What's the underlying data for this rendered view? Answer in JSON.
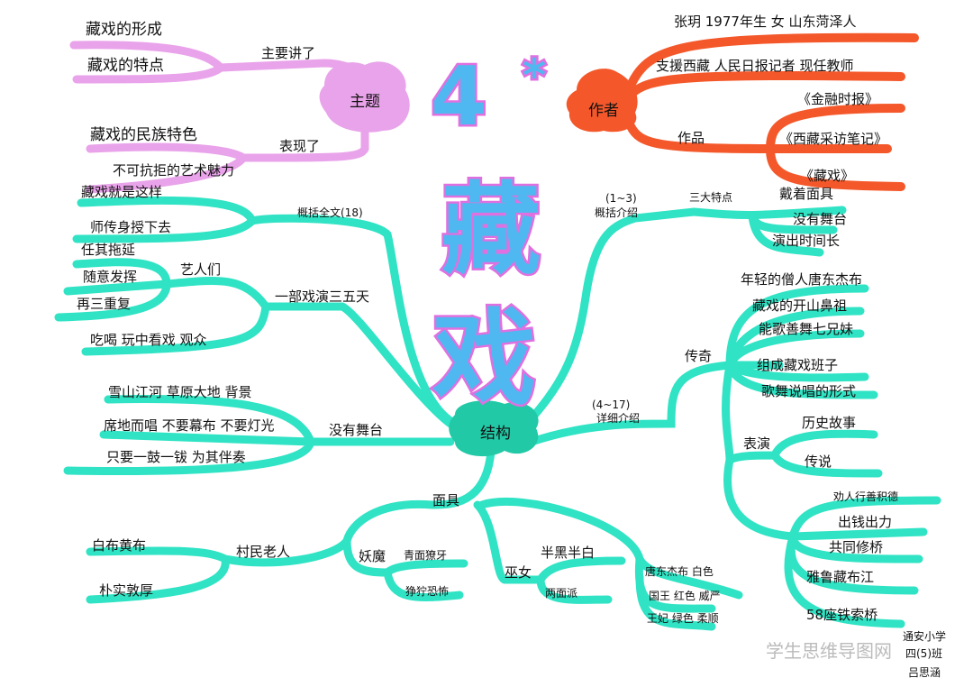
{
  "colors": {
    "theme": "#e9a3ea",
    "author": "#f4582a",
    "structure": "#2fe3c4",
    "title_fill": "#4fb8f0",
    "title_stroke": "#e070e0"
  },
  "title": {
    "number": "4",
    "star": "*",
    "line1": "藏",
    "line2": "戏"
  },
  "theme": {
    "label": "主题",
    "b1": {
      "label": "主要讲了",
      "items": [
        "藏戏的形成",
        "藏戏的特点"
      ]
    },
    "b2": {
      "label": "表现了",
      "items": [
        "藏戏的民族特色",
        "不可抗拒的艺术魅力"
      ]
    }
  },
  "author": {
    "label": "作者",
    "info1": "张玥 1977年生 女 山东菏泽人",
    "info2": "支援西藏 人民日报记者 现任教师",
    "works": {
      "label": "作品",
      "items": [
        "《金融时报》",
        "《西藏采访笔记》",
        "《藏戏》"
      ]
    }
  },
  "structure": {
    "label": "结构",
    "summary_full": {
      "label": "概括全文(18)",
      "items": [
        "藏戏就是这样",
        "师传身授下去"
      ]
    },
    "performance_days": {
      "label": "一部戏演三五天",
      "artists": {
        "label": "艺人们",
        "items": [
          "任其拖延",
          "随意发挥",
          "再三重复"
        ]
      },
      "audience": "吃喝 玩中看戏 观众"
    },
    "no_stage": {
      "label": "没有舞台",
      "items": [
        "雪山江河 草原大地 背景",
        "席地而唱 不要幕布 不要灯光",
        "只要一鼓一钹 为其伴奏"
      ]
    },
    "intro": {
      "range": "(1~3)",
      "label": "概括介绍",
      "features": {
        "label": "三大特点",
        "items": [
          "戴着面具",
          "没有舞台",
          "演出时间长"
        ]
      }
    },
    "detail": {
      "range": "(4~17)",
      "label": "详细介绍",
      "legend": {
        "label": "传奇",
        "items": [
          "年轻的僧人唐东杰布",
          "藏戏的开山鼻祖",
          "能歌善舞七兄妹",
          "组成藏戏班子",
          "歌舞说唱的形式"
        ]
      },
      "show": {
        "label": "表演",
        "items": [
          "历史故事",
          "传说"
        ]
      },
      "deeds": [
        "劝人行善积德",
        "出钱出力",
        "共同修桥",
        "雅鲁藏布江",
        "58座铁索桥"
      ]
    },
    "masks": {
      "label": "面具",
      "villagers": {
        "label": "村民老人",
        "items": [
          "白布黄布",
          "朴实敦厚"
        ]
      },
      "demons": {
        "label": "妖魔",
        "items": [
          "青面獠牙",
          "狰狞恐怖"
        ]
      },
      "witch": {
        "label": "巫女",
        "items": [
          "半黑半白",
          "两面派"
        ]
      },
      "others": [
        "唐东杰布 白色",
        "国王 红色 威严",
        "王妃 绿色 柔顺"
      ]
    }
  },
  "credit": {
    "school": "通安小学",
    "class": "四(5)班",
    "name": "吕思涵"
  },
  "watermark": "学生思维导图网"
}
